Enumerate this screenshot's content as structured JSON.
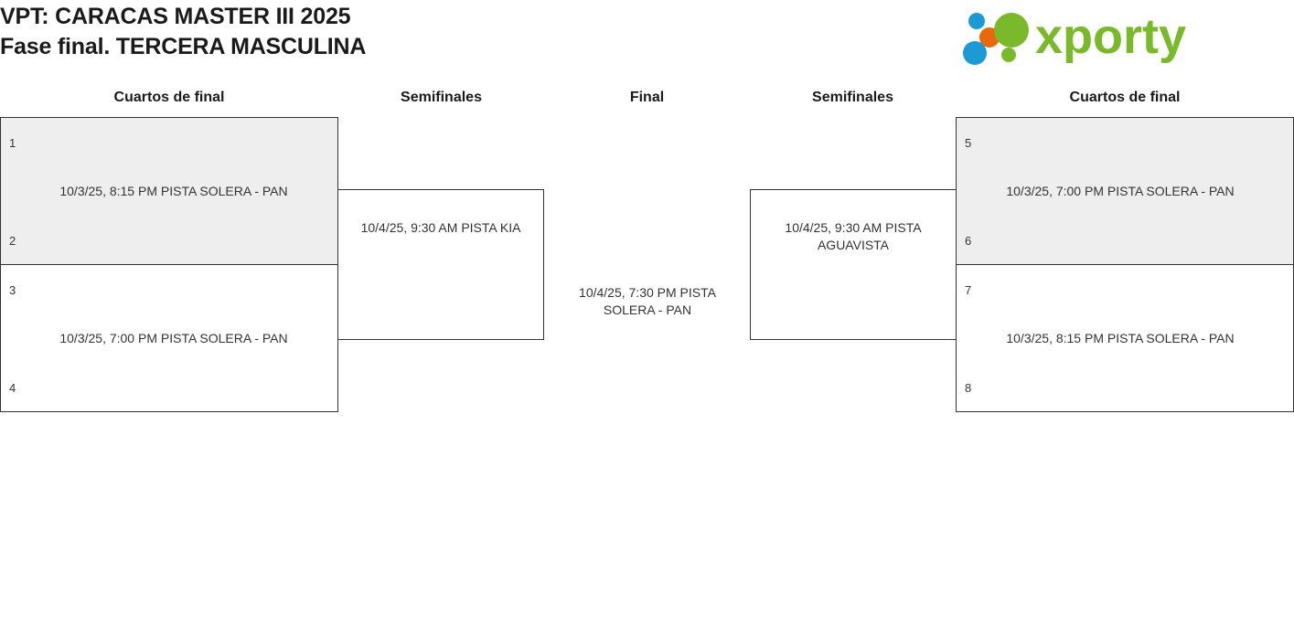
{
  "header": {
    "title_line1": "VPT: CARACAS MASTER III 2025",
    "title_line2": "Fase final. TERCERA MASCULINA",
    "logo_text": "xporty",
    "logo_colors": {
      "green": "#7ab929",
      "blue": "#1b9ad6",
      "orange": "#e8690b"
    }
  },
  "rounds": [
    {
      "label": "Cuartos de final"
    },
    {
      "label": "Semifinales"
    },
    {
      "label": "Final"
    },
    {
      "label": "Semifinales"
    },
    {
      "label": "Cuartos de final"
    }
  ],
  "bracket": {
    "left_quarterfinals": [
      {
        "seed_top": "1",
        "seed_bottom": "2",
        "info": "10/3/25, 8:15 PM PISTA SOLERA - PAN",
        "shaded": true
      },
      {
        "seed_top": "3",
        "seed_bottom": "4",
        "info": "10/3/25, 7:00 PM PISTA SOLERA - PAN",
        "shaded": false
      }
    ],
    "left_semifinal": {
      "info": "10/4/25, 9:30 AM PISTA KIA"
    },
    "final": {
      "info": "10/4/25, 7:30 PM PISTA SOLERA - PAN"
    },
    "right_semifinal": {
      "info": "10/4/25, 9:30 AM PISTA AGUAVISTA"
    },
    "right_quarterfinals": [
      {
        "seed_top": "5",
        "seed_bottom": "6",
        "info": "10/3/25, 7:00 PM PISTA SOLERA - PAN",
        "shaded": true
      },
      {
        "seed_top": "7",
        "seed_bottom": "8",
        "info": "10/3/25, 8:15 PM PISTA SOLERA - PAN",
        "shaded": false
      }
    ]
  }
}
